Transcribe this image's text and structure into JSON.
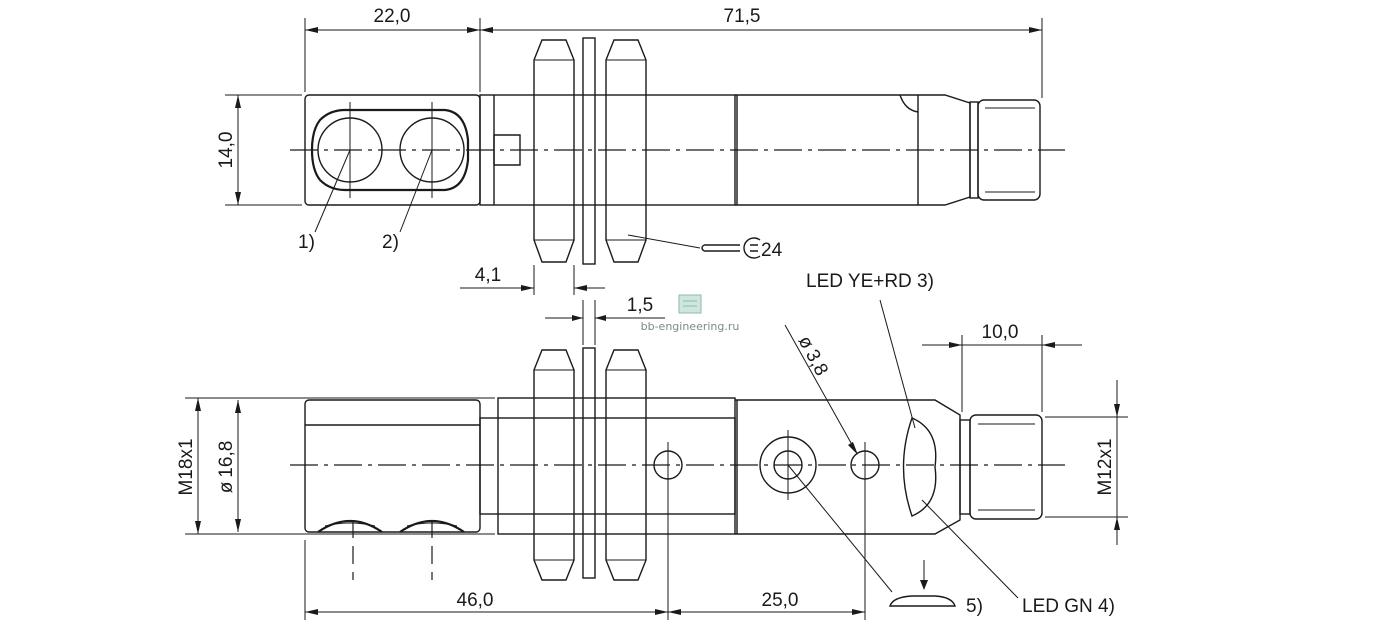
{
  "dimensions": {
    "d_22_0": "22,0",
    "d_71_5": "71,5",
    "d_14_0": "14,0",
    "d_4_1": "4,1",
    "d_1_5": "1,5",
    "d_10_0": "10,0",
    "d_m18x1": "M18x1",
    "d_dia_16_8": "16,8",
    "d_dia_3_8": "3,8",
    "d_m12x1": "M12x1",
    "d_46_0": "46,0",
    "d_25_0": "25,0",
    "wrench_size": "24"
  },
  "callouts": {
    "c1": "1)",
    "c2": "2)",
    "c5": "5)",
    "led_ye_rd": "LED YE+RD 3)",
    "led_gn": "LED GN 4)"
  },
  "diameter_symbol": "ø",
  "watermark": "bb-engineering.ru"
}
